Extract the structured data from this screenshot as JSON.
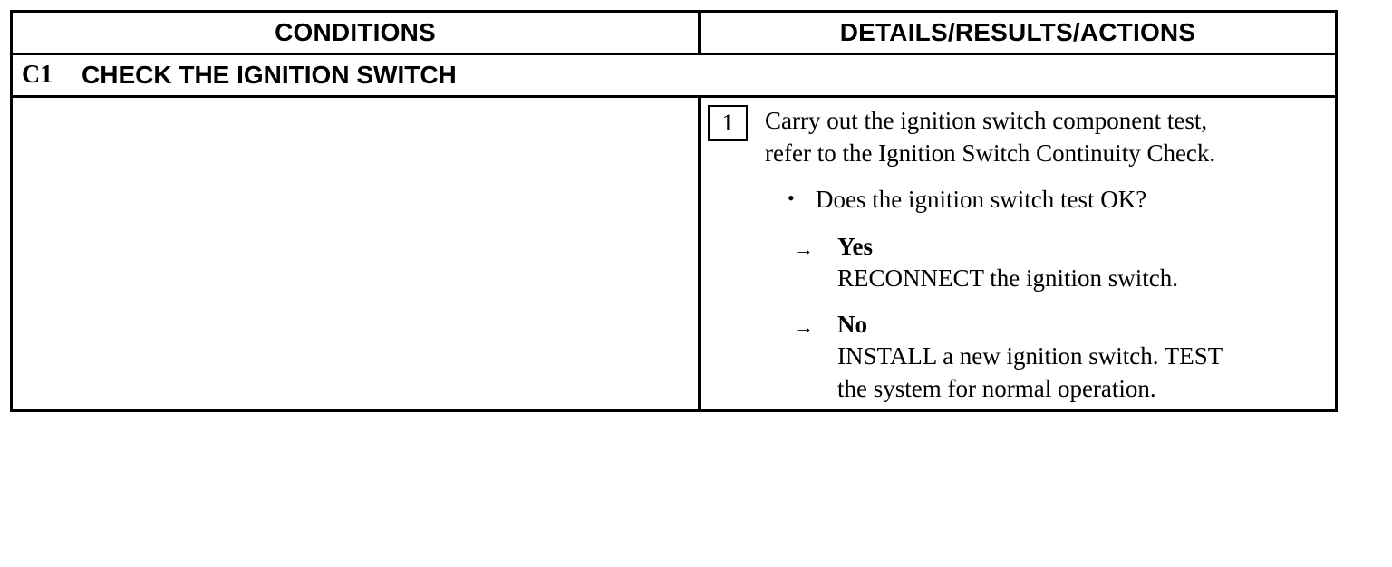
{
  "headers": {
    "conditions": "CONDITIONS",
    "details": "DETAILS/RESULTS/ACTIONS"
  },
  "step": {
    "code": "C1",
    "title": "CHECK THE IGNITION SWITCH"
  },
  "action": {
    "number": "1",
    "instruction_line1": "Carry out the ignition switch component test,",
    "instruction_line2": "refer to the Ignition Switch Continuity Check.",
    "question": "Does the ignition switch test OK?",
    "yes": {
      "label": "Yes",
      "text": "RECONNECT the ignition switch."
    },
    "no": {
      "label": "No",
      "text_line1": "INSTALL a new ignition switch. TEST",
      "text_line2": "the system for normal operation."
    }
  },
  "icons": {
    "bullet": "bullet-dot",
    "arrow": "right-arrow"
  }
}
